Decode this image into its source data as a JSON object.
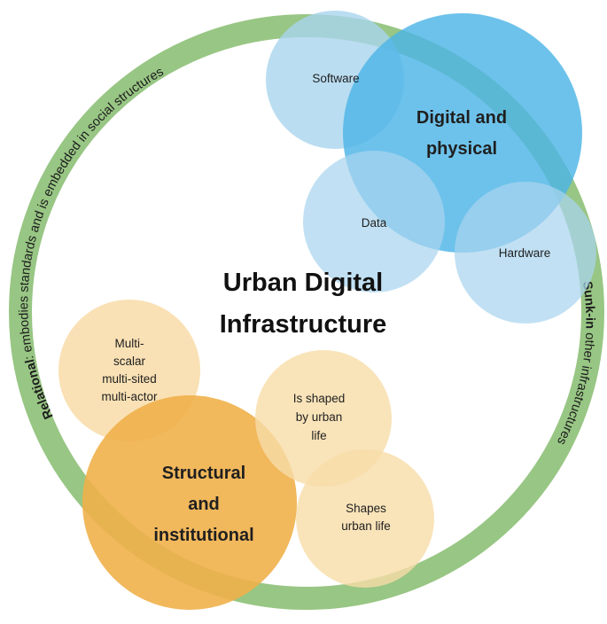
{
  "title": {
    "line1": "Urban Digital",
    "line2": "Infrastructure"
  },
  "ring": {
    "left_bold": "Relational",
    "left_rest": ": embodies standards and is embedded in social structures",
    "right_bold": "Sunk-in",
    "right_rest": " other infrastructures"
  },
  "digital_group": {
    "main": {
      "line1": "Digital and",
      "line2": "physical"
    },
    "software": "Software",
    "data": "Data",
    "hardware": "Hardware"
  },
  "structural_group": {
    "main": {
      "line1": "Structural",
      "line2": "and",
      "line3": "institutional"
    },
    "multi": {
      "line1": "Multi-",
      "line2": "scalar",
      "line3": "multi-sited",
      "line4": "multi-actor"
    },
    "shaped": {
      "line1": "Is shaped",
      "line2": "by urban",
      "line3": "life"
    },
    "shapes": {
      "line1": "Shapes",
      "line2": "urban life"
    }
  },
  "colors": {
    "ring": "#8fc17a",
    "blue_main": "#4db4e6",
    "blue_light": "#a9d4ee",
    "orange_main": "#f0b04a",
    "orange_light": "#f8dca8"
  }
}
